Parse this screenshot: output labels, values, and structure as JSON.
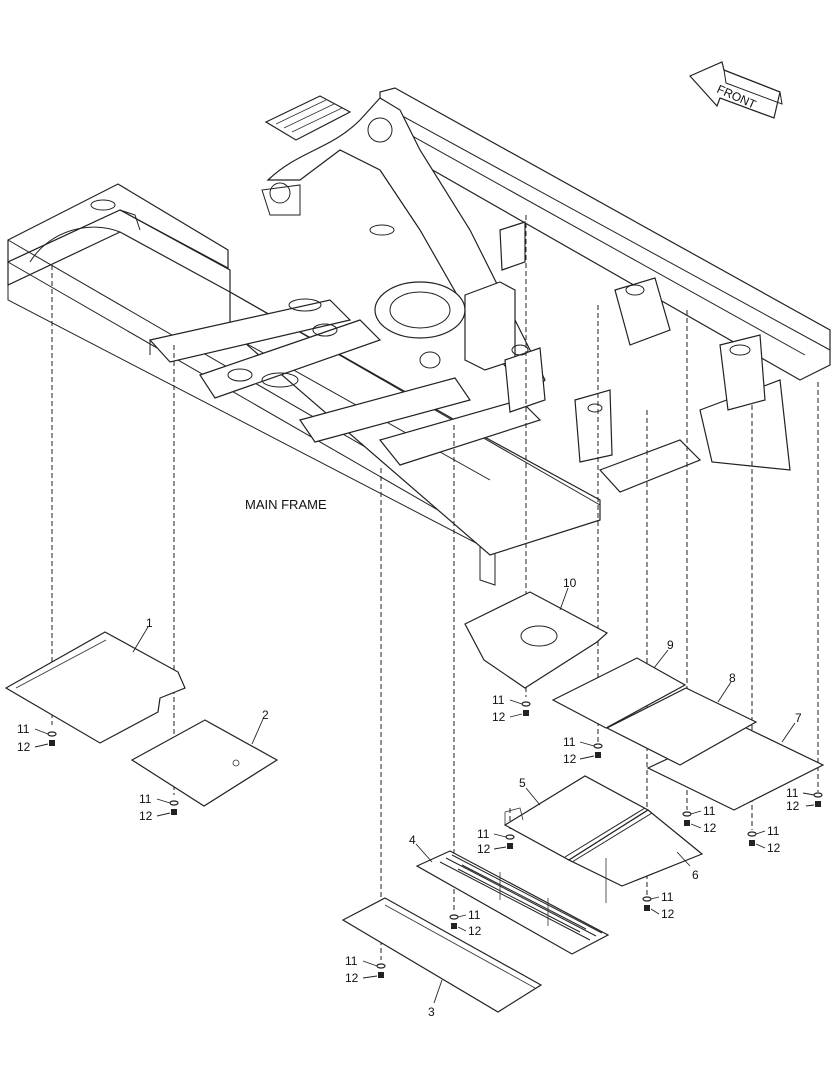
{
  "frame_label": "MAIN FRAME",
  "front_label": "FRONT",
  "callouts": {
    "c1": "1",
    "c2": "2",
    "c3": "3",
    "c4": "4",
    "c5": "5",
    "c6": "6",
    "c7": "7",
    "c8": "8",
    "c9": "9",
    "c10": "10"
  },
  "fasteners": {
    "bolt": "11",
    "washer": "12"
  }
}
